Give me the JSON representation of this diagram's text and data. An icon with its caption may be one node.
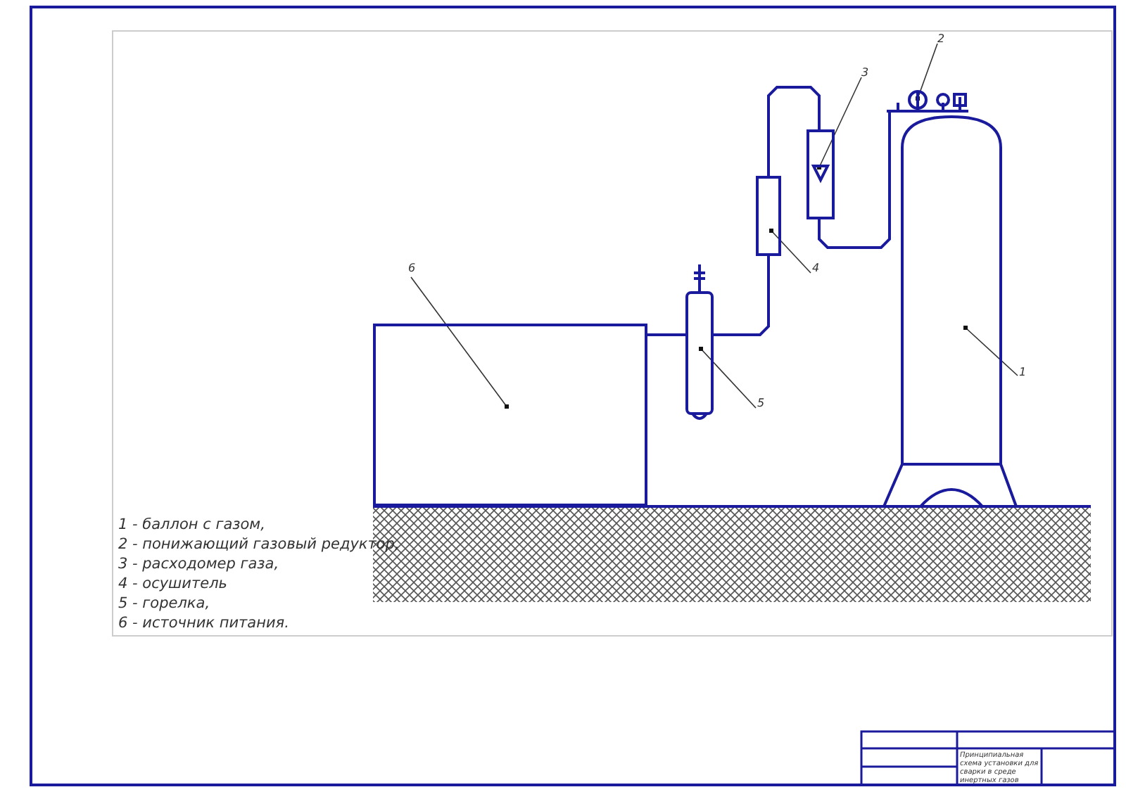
{
  "diagram": {
    "nodes": [
      {
        "text": [],
        "shape": "box"
      },
      {
        "text": [],
        "shape": "box"
      },
      {
        "text": [],
        "shape": "box"
      },
      {
        "text": [],
        "shape": "picture"
      },
      {
        "text": [],
        "shape": "picture"
      },
      {
        "text": [],
        "shape": "cylinder"
      },
      {
        "text": [
          "6"
        ]
      },
      {
        "text": [
          "5"
        ]
      },
      {
        "text": [
          "4"
        ]
      },
      {
        "text": [
          "3"
        ]
      },
      {
        "text": [
          "2"
        ]
      },
      {
        "text": [
          "1"
        ]
      }
    ],
    "edges": [
      {
        "from": 0,
        "to": 1,
        "arrow": "none",
        "color": "#1a1a9c"
      },
      {
        "from": 1,
        "to": 2,
        "arrow": "none",
        "color": "#1a1a9c"
      },
      {
        "from": 2,
        "to": 3,
        "arrow": "none",
        "color": "#1a1a9c"
      },
      {
        "from": 3,
        "to": 4,
        "arrow": "none",
        "color": "#1a1a9c"
      },
      {
        "from": 6,
        "to": 0,
        "arrow": "other"
      },
      {
        "from": 7,
        "to": 1,
        "arrow": "other"
      },
      {
        "from": 8,
        "to": 2,
        "arrow": "other"
      },
      {
        "from": 9,
        "to": 3,
        "arrow": "other"
      },
      {
        "from": 10,
        "to": 4,
        "arrow": "other"
      },
      {
        "from": 11,
        "to": 5,
        "arrow": "other"
      }
    ],
    "labels": [
      "1 - баллон с газом,",
      "2 - понижающий газовый редуктор,",
      "3 - расходомер газа,",
      "4 - осушитель",
      "5 - горелка,",
      "6 - источник питания.",
      "Принципиальная схема установки для сварки в среде инертных газов"
    ]
  }
}
